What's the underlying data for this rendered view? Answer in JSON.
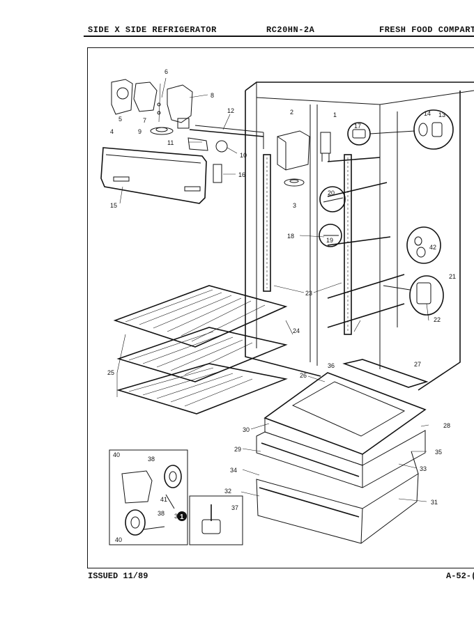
{
  "header": {
    "left": "SIDE X SIDE REFRIGERATOR",
    "center": "RC20HN-2A",
    "right": "FRESH FOOD COMPARTMEN"
  },
  "footer": {
    "issued": "ISSUED 11/89",
    "page": "A-52-("
  },
  "callouts": {
    "c1": "1",
    "c2": "2",
    "c3": "3",
    "c4": "4",
    "c5": "5",
    "c6": "6",
    "c7": "7",
    "c8": "8",
    "c9": "9",
    "c10": "10",
    "c11": "11",
    "c12": "12",
    "c13": "13",
    "c14": "14",
    "c15": "15",
    "c16": "16",
    "c17": "17",
    "c18": "18",
    "c19": "19",
    "c20": "20",
    "c21": "21",
    "c22": "22",
    "c23": "23",
    "c24": "24",
    "c25": "25",
    "c26": "26",
    "c27": "27",
    "c28": "28",
    "c29": "29",
    "c30": "30",
    "c31": "31",
    "c32": "32",
    "c33": "33",
    "c34": "34",
    "c35": "35",
    "c36": "36",
    "c37": "37",
    "c38a": "38",
    "c38b": "38",
    "c39": "39",
    "c40a": "40",
    "c40b": "40",
    "c41": "41",
    "c42": "42",
    "note1": "1"
  }
}
